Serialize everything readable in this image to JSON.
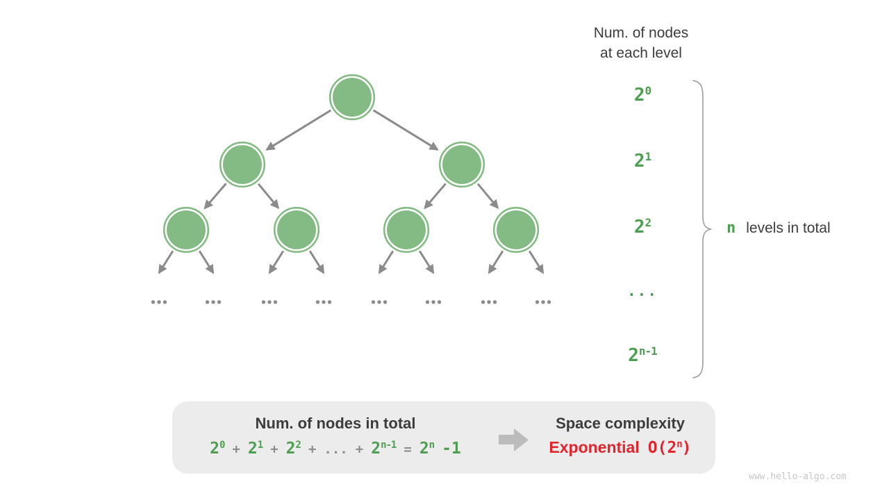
{
  "colors": {
    "node_fill": "#84ba84",
    "node_ring": "#84ba84",
    "green_text": "#4d9e50",
    "gray_line": "#8b8b8b",
    "gray_op": "#8d8d8d",
    "dark": "#3c3c3c",
    "red_text": "#e2242d",
    "box_bg": "#ececec",
    "block_arrow": "#bcbcbc",
    "brace": "#9d9d9d",
    "watermark": "#c6c6c6"
  },
  "header": {
    "line1": "Num. of nodes",
    "line2": "at each level"
  },
  "level_labels": [
    {
      "base": "2",
      "sup": "0"
    },
    {
      "base": "2",
      "sup": "1"
    },
    {
      "base": "2",
      "sup": "2"
    },
    {
      "text": "..."
    },
    {
      "base": "2",
      "sup": "n-1"
    }
  ],
  "brace_annotation": {
    "variable": "n",
    "label": "levels in total"
  },
  "tree": {
    "levels_drawn": 3,
    "leaf_ellipsis": "...",
    "leaf_ellipsis_groups": 8
  },
  "summary": {
    "left_title": "Num. of nodes in total",
    "formula": [
      {
        "text": "2",
        "sup": "0",
        "color": "green"
      },
      {
        "text": "+",
        "color": "gray"
      },
      {
        "text": "2",
        "sup": "1",
        "color": "green"
      },
      {
        "text": "+",
        "color": "gray"
      },
      {
        "text": "2",
        "sup": "2",
        "color": "green"
      },
      {
        "text": "+",
        "color": "gray"
      },
      {
        "text": "...",
        "color": "gray"
      },
      {
        "text": "+",
        "color": "gray"
      },
      {
        "text": "2",
        "sup": "n-1",
        "color": "green"
      },
      {
        "text": "=",
        "color": "gray"
      },
      {
        "text": "2",
        "sup": "n",
        "color": "green"
      },
      {
        "text": "-1",
        "color": "green"
      }
    ],
    "right_title": "Space complexity",
    "complexity_name": "Exponential",
    "complexity_formula": [
      {
        "text": "O(2",
        "sup": "n",
        "color": "red"
      },
      {
        "text": ")",
        "color": "red"
      }
    ]
  },
  "watermark": "www.hello-algo.com"
}
